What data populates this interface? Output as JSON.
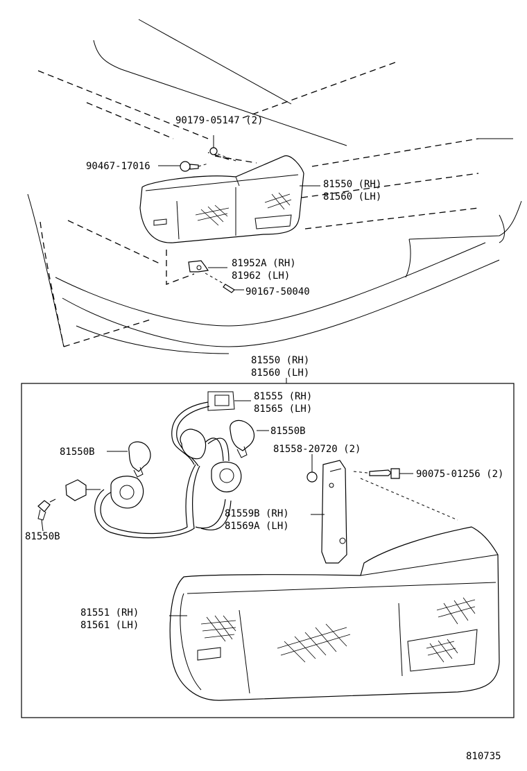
{
  "labels": {
    "bolt_top": "90179-05147 (2)",
    "screw_top": "90467-17016",
    "lamp_top_rh": "81550 (RH)",
    "lamp_top_lh": "81560 (LH)",
    "bracket_rh": "81952A (RH)",
    "bracket_lh": "81962   (LH)",
    "screw_bracket": "90167-50040",
    "assy_rh": "81550 (RH)",
    "assy_lh": "81560 (LH)",
    "socket_rh": "81555 (RH)",
    "socket_lh": "81565 (LH)",
    "bulb_right": "81550B",
    "bulb_left": "81550B",
    "bulb_small": "81550B",
    "nut": "81558-20720 (2)",
    "screw_side": "90075-01256 (2)",
    "gasket_rh": "81559B (RH)",
    "gasket_lh": "81569A (LH)",
    "lens_rh": "81551 (RH)",
    "lens_lh": "81561 (LH)",
    "diagram_id": "810735"
  }
}
